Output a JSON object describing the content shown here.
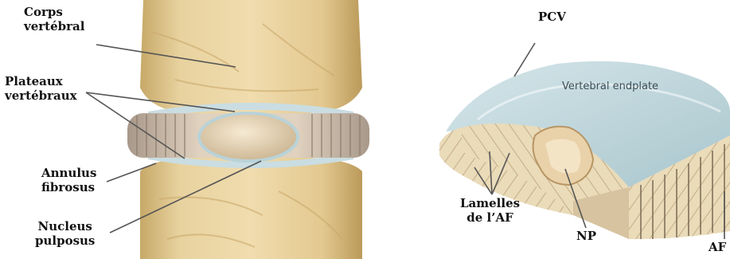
{
  "left_labels": {
    "corps_line1": "Corps",
    "corps_line2": "vertébral",
    "plateaux_line1": "Plateaux",
    "plateaux_line2": "vertébraux",
    "annulus_line1": "Annulus",
    "annulus_line2": "fibrosus",
    "nucleus_line1": "Nucleus",
    "nucleus_line2": "pulposus"
  },
  "right_labels": {
    "pcv": "PCV",
    "endplate": "Vertebral endplate",
    "lamelles_line1": "Lamelles",
    "lamelles_line2": "de l’AF",
    "np": "NP",
    "af": "AF"
  },
  "colors": {
    "bone": "#e6cf9a",
    "bone_shadow": "#c9ab6b",
    "annulus": "#d8c7b0",
    "nucleus": "#ead7b6",
    "endplate": "#b9d2d8",
    "disc_outer": "#e7d3ad"
  }
}
